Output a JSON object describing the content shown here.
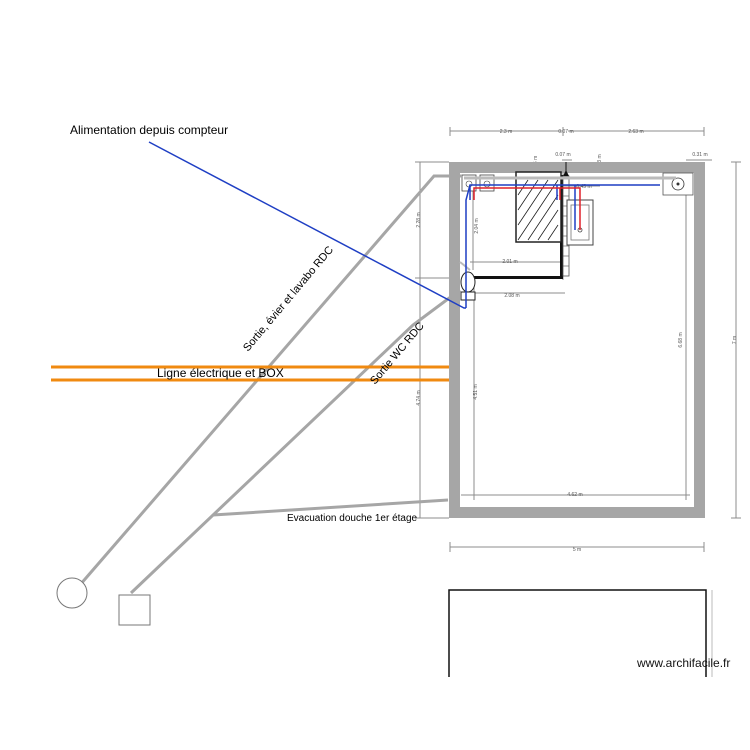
{
  "colors": {
    "wall": "#a6a6a6",
    "pipe_grey": "#a6a6a6",
    "supply_blue": "#1f3fc4",
    "hot_red": "#e0202a",
    "electric_orange": "#f08a10",
    "dimension": "#8c8c8c"
  },
  "labels": {
    "alimentation": "Alimentation depuis compteur",
    "sortie_evier": "Sortie, évier et lavabo RDC",
    "sortie_wc": "Sortie WC RDC",
    "ligne_electrique": "Ligne électrique et BOX",
    "evacuation_douche": "Evacuation douche 1er étage"
  },
  "dimensions": {
    "top_left_width": "2.3 m",
    "top_center_width": "0.07 m",
    "top_right_width": "2.63 m",
    "corner_right": "0.31 m",
    "small_a": "0.07 m",
    "small_b": "0.6 m",
    "small_c": "0.63 m",
    "small_d": "0.45 m",
    "inner_height_small": "2.04 m",
    "room_left_width": "2.01 m",
    "room_bottom_width": "2.08 m",
    "left_height_upper": "2.28 m",
    "left_height_lower": "4.74 m",
    "inner_height_left": "4.51 m",
    "inner_height_right": "6.68 m",
    "outer_height_right": "7 m",
    "inner_width_bottom": "4.62 m",
    "outer_width_bottom": "5 m"
  },
  "icons": {
    "meter": "water-meter-circle-icon",
    "box": "electric-box-square-icon",
    "wc": "toilet-icon",
    "shower": "shower-tray-icon",
    "sink": "sink-icon",
    "drain": "floor-drain-icon"
  },
  "watermark": "www.archifacile.fr"
}
